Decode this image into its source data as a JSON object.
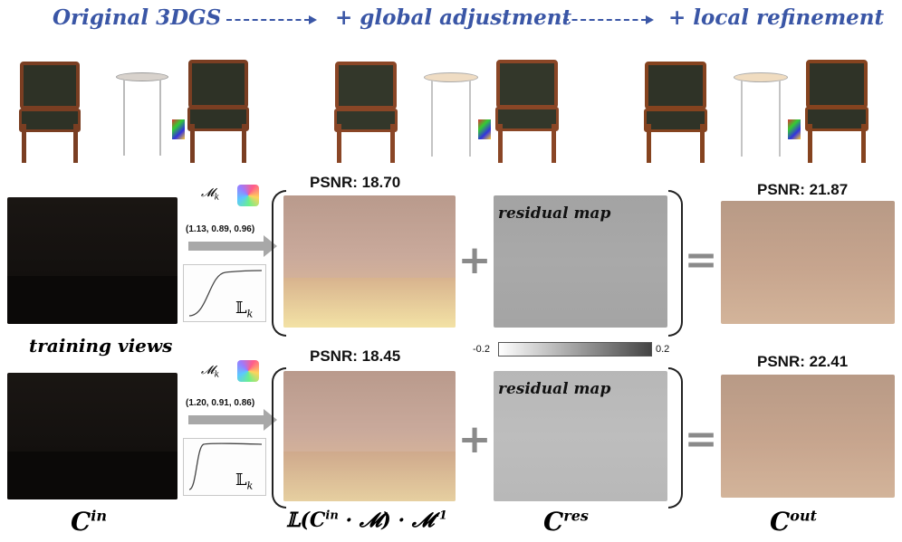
{
  "header": {
    "stage1": "Original 3DGS",
    "stage2": "+ global adjustment",
    "stage3": "+ local refinement"
  },
  "rows": [
    {
      "psnr_mid": "PSNR: 18.70",
      "psnr_out": "PSNR: 21.87",
      "matrix_symbol": "𝓜",
      "matrix_sub": "k",
      "matrix_values": "(1.13, 0.89, 0.96)",
      "curve_symbol": "𝕃",
      "curve_sub": "k",
      "residual_label": "residual map"
    },
    {
      "psnr_mid": "PSNR: 18.45",
      "psnr_out": "PSNR: 22.41",
      "matrix_symbol": "𝓜",
      "matrix_sub": "k",
      "matrix_values": "(1.20, 0.91, 0.86)",
      "curve_symbol": "𝕃",
      "curve_sub": "k",
      "residual_label": "residual map"
    }
  ],
  "training_views_label": "training views",
  "colorbar": {
    "min": "-0.2",
    "max": "0.2"
  },
  "operators": {
    "plus": "+",
    "equals": "="
  },
  "bottom_labels": {
    "cin": "C",
    "cin_sup": "in",
    "formula": "𝕃(C",
    "formula_sup": "in",
    "formula_rest": "· 𝓜) · 𝓜",
    "formula_exp": "-1",
    "cres": "C",
    "cres_sup": "res",
    "cout": "C",
    "cout_sup": "out"
  },
  "colors": {
    "header_blue": "#3a56a6",
    "chair_wood": "#7a3e22",
    "chair_cushion": "#2e3226",
    "operator_gray": "#8a8a8a"
  }
}
